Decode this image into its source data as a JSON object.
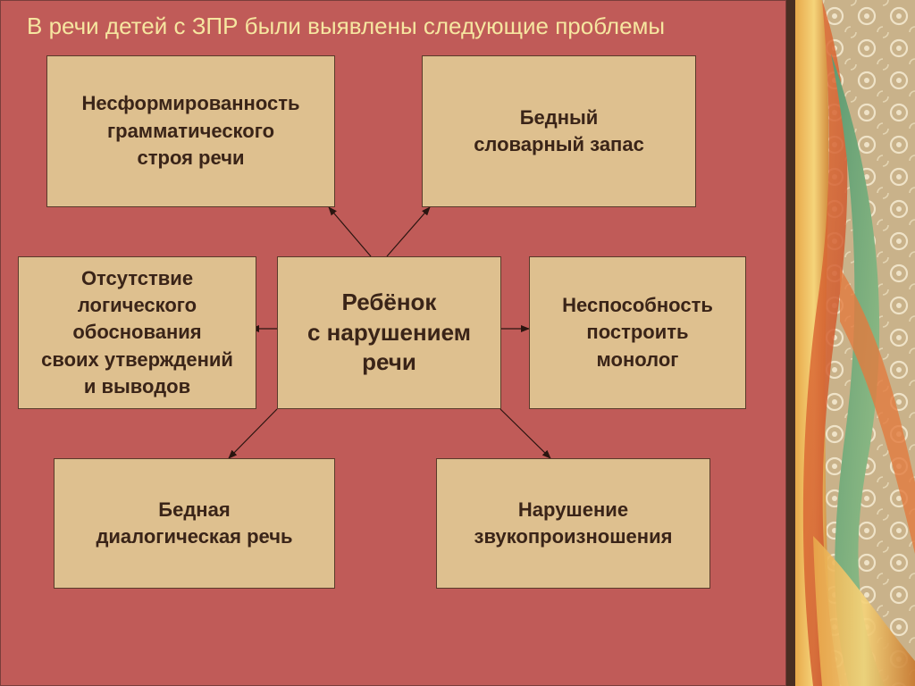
{
  "title": "В речи детей с ЗПР были выявлены следующие проблемы",
  "nodes": {
    "center": "Ребёнок\nс нарушением\nречи",
    "grammar": "Несформированность\nграмматического\nстроя речи",
    "vocabulary": "Бедный\nсловарный запас",
    "logic": "Отсутствие\nлогического\nобоснования\nсвоих утверждений\nи выводов",
    "monologue": "Неспособность\nпостроить\nмонолог",
    "dialogue": "Бедная\nдиалогическая речь",
    "pronunciation": "Нарушение\nзвукопроизношения"
  },
  "colors": {
    "slide_background": "#c05b58",
    "box_fill": "#dec08f",
    "title_text": "#f6e6a0",
    "box_text": "#3a2418"
  }
}
